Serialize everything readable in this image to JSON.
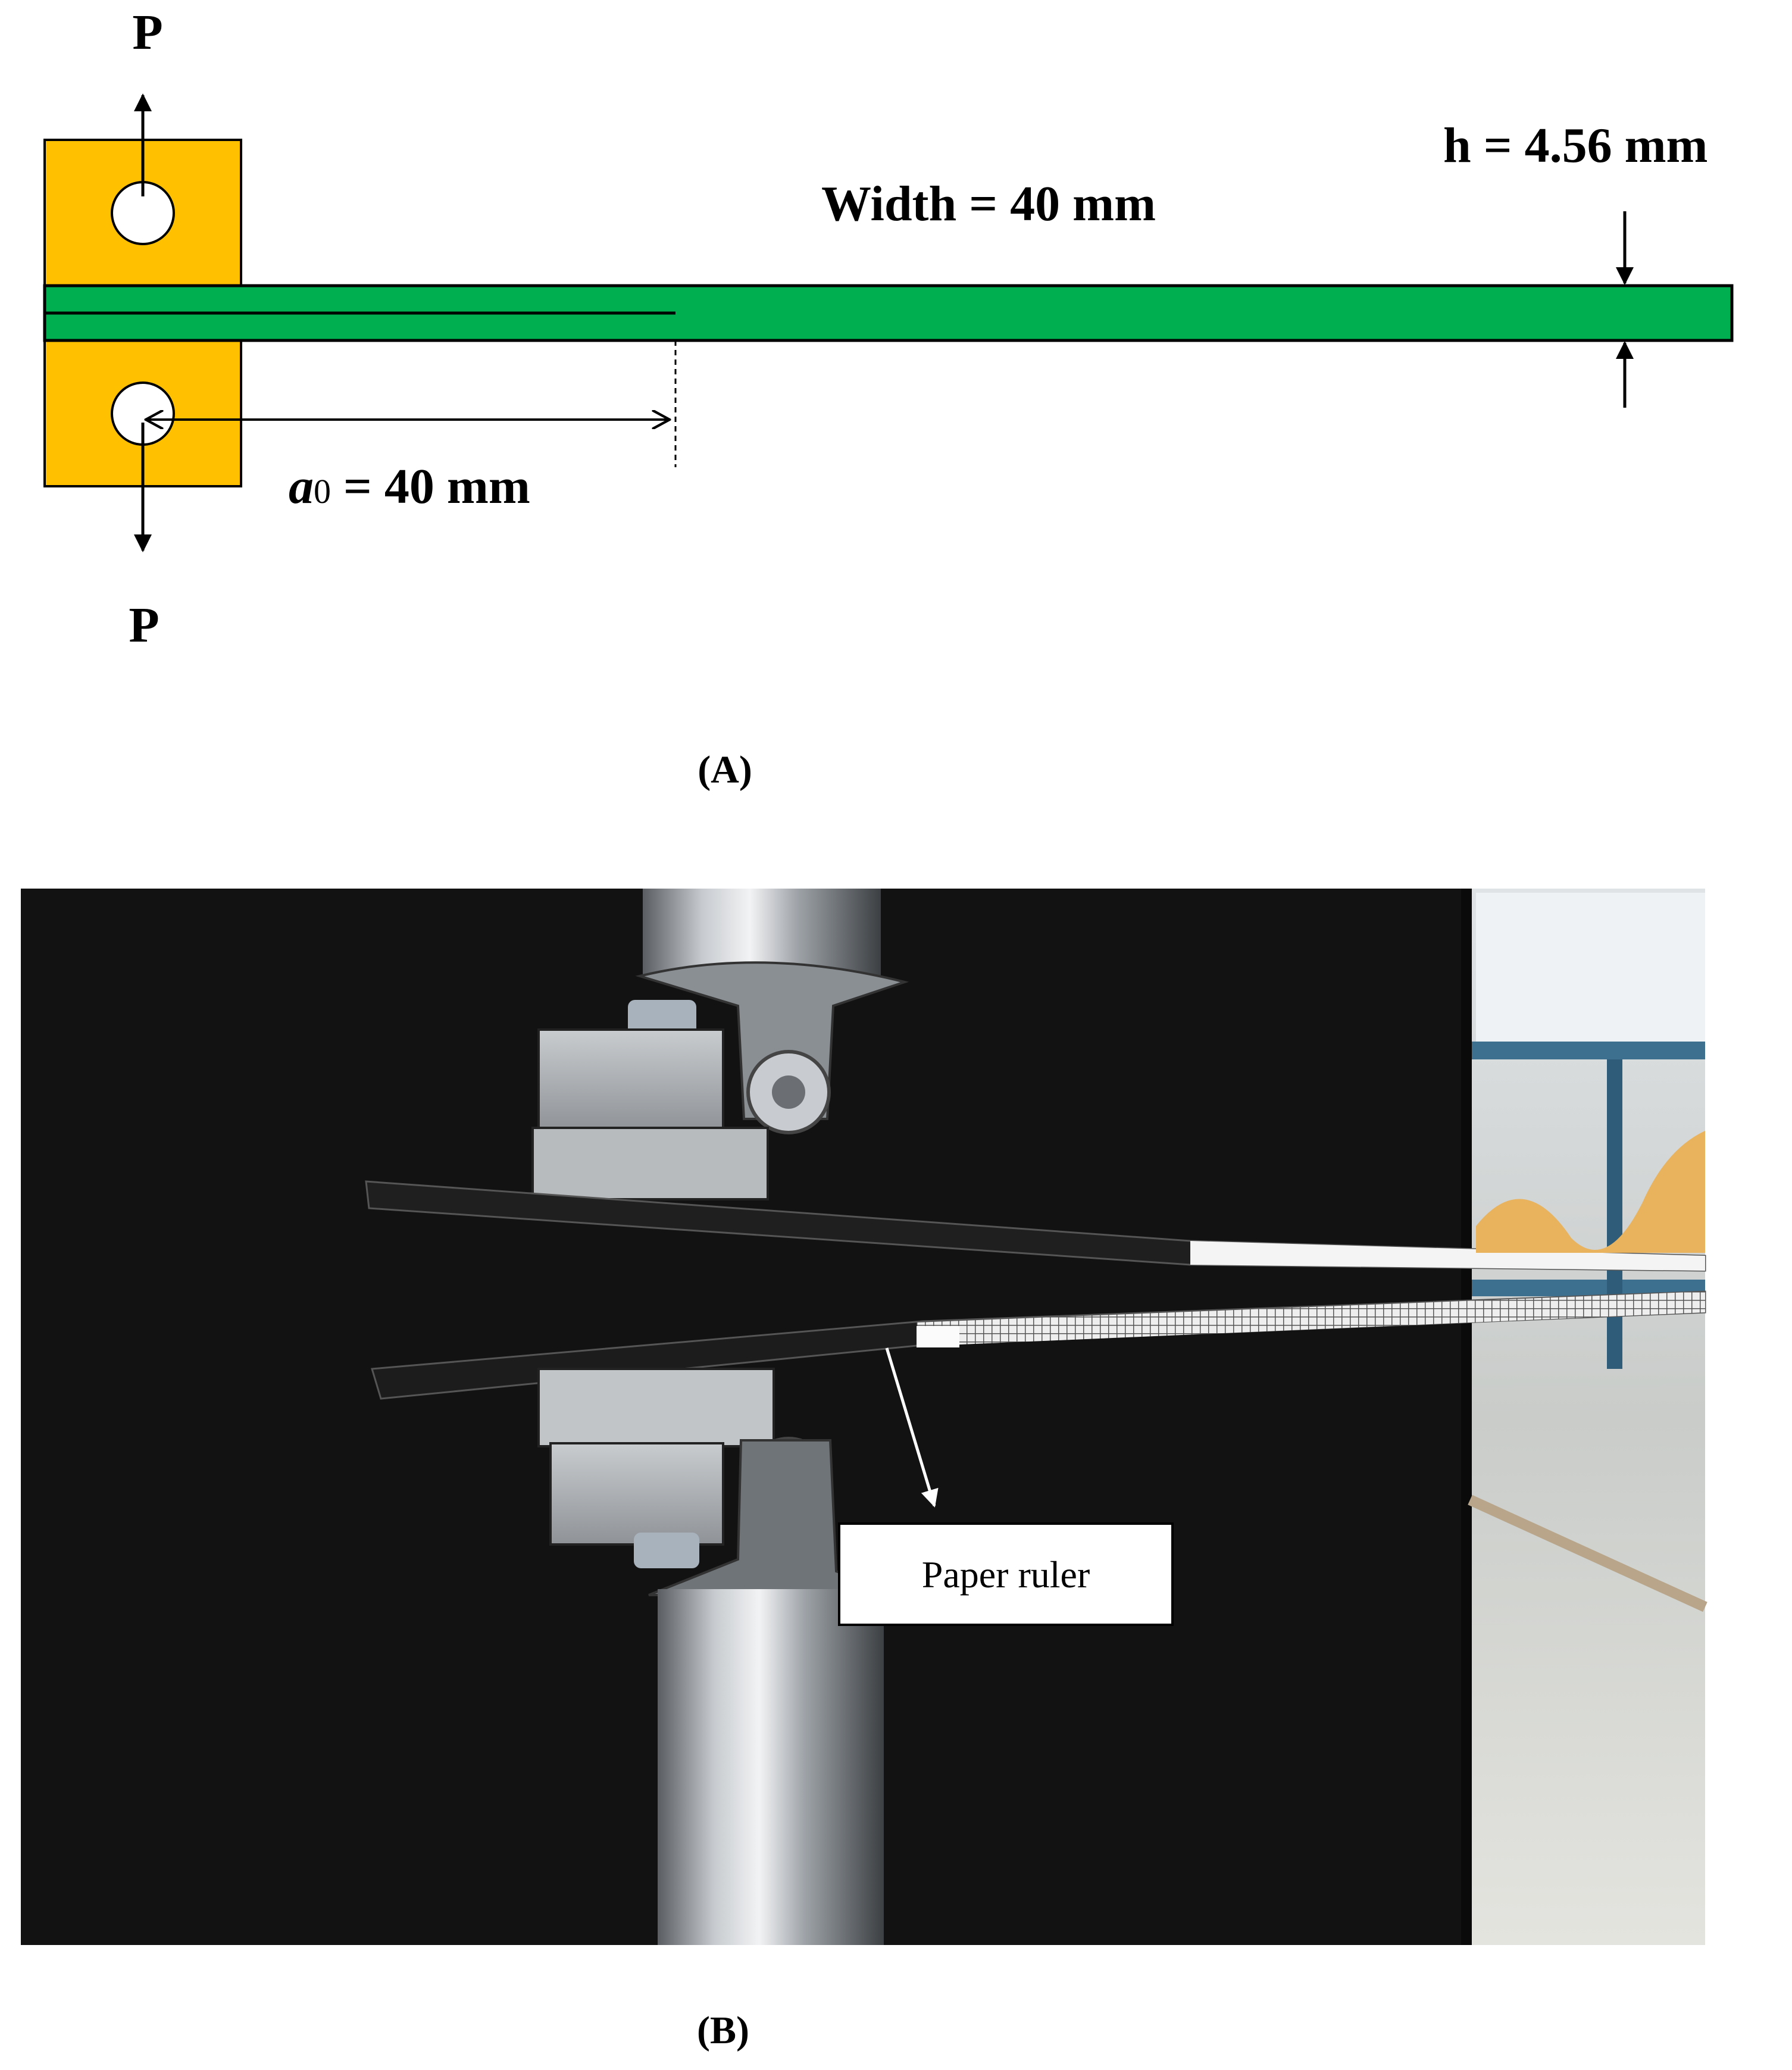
{
  "panel_a": {
    "load_top": "P",
    "load_bottom": "P",
    "width_label": "Width = 40 mm",
    "thickness_label": "h = 4.56 mm",
    "crack_symbol": "a",
    "crack_subscript": "0",
    "crack_value": " = 40 mm",
    "caption": "(A)",
    "colors": {
      "loading_block": "#FFC000",
      "specimen": "#00B050"
    }
  },
  "panel_b": {
    "callout": "Paper ruler",
    "caption": "(B)"
  }
}
